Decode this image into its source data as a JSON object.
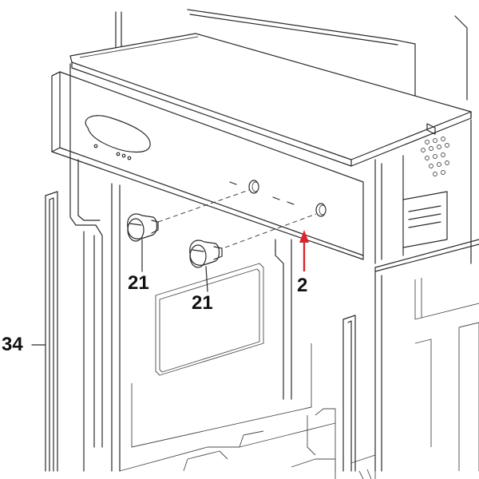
{
  "callouts": {
    "panel": "2",
    "knob_left": "21",
    "knob_right": "21",
    "seal": "34"
  },
  "colors": {
    "line": "#2a2a2a",
    "arrow": "#d9262c",
    "background": "#ffffff"
  }
}
